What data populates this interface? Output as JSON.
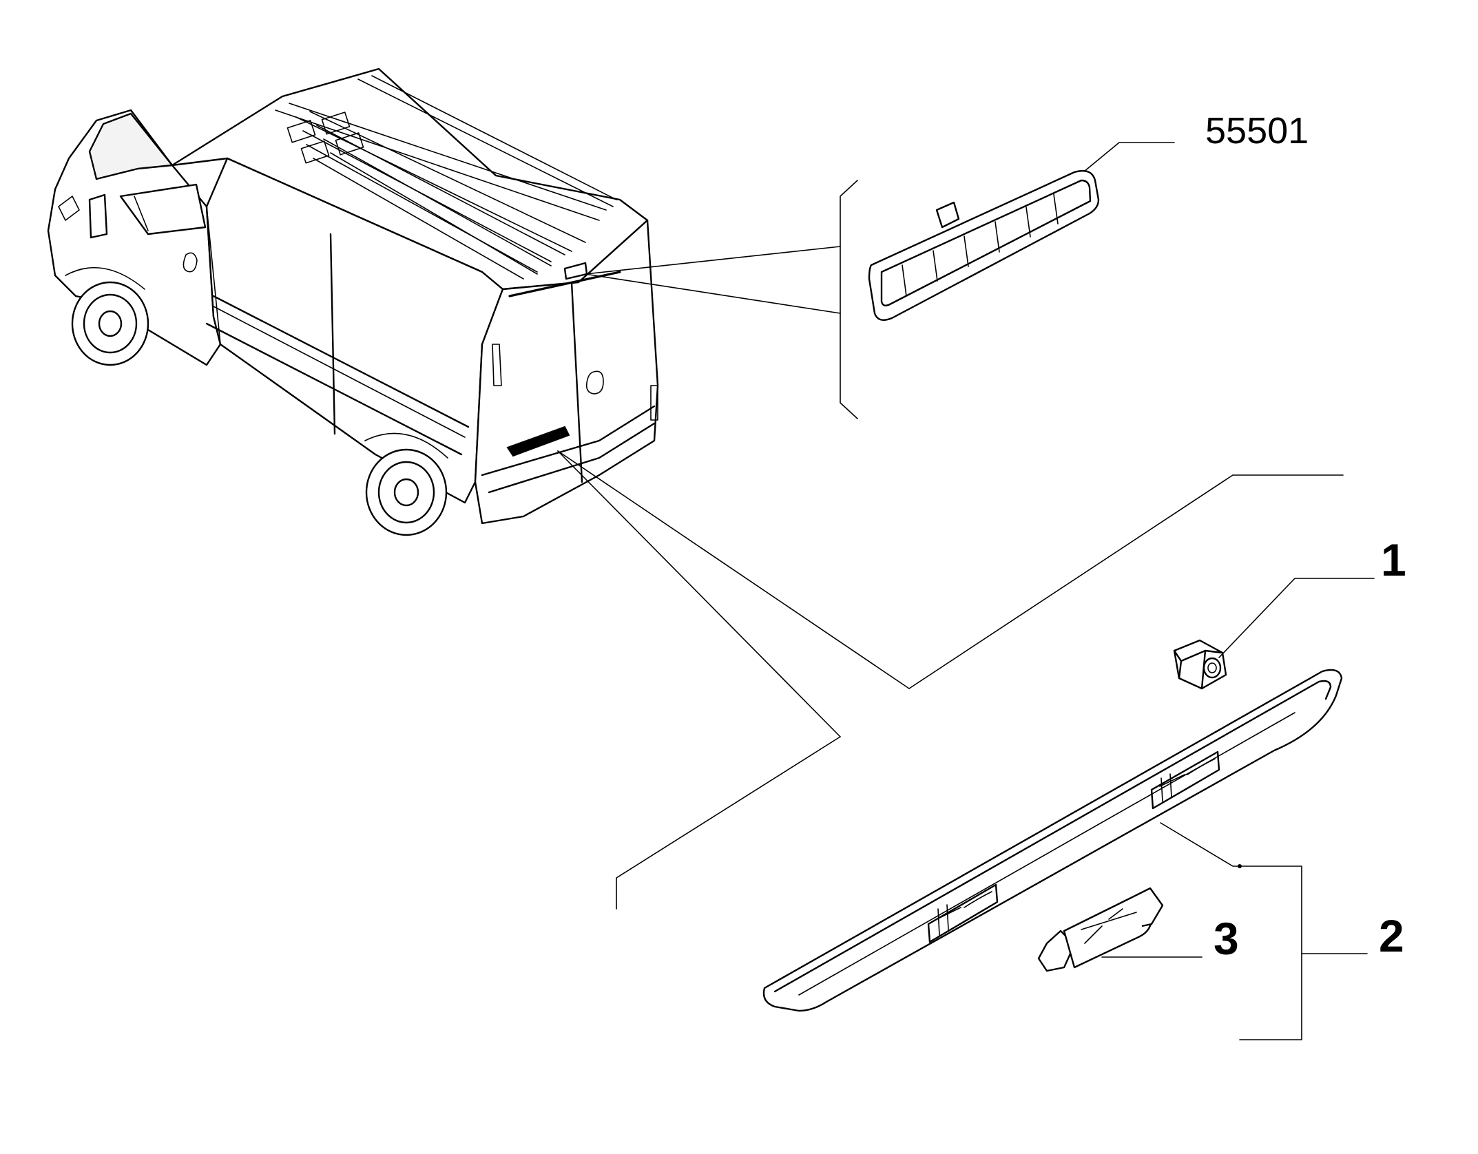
{
  "labels": {
    "part_code": "55501",
    "callout_1": "1",
    "callout_2": "2",
    "callout_3": "3"
  },
  "colors": {
    "line": "#000000",
    "background": "#ffffff"
  }
}
